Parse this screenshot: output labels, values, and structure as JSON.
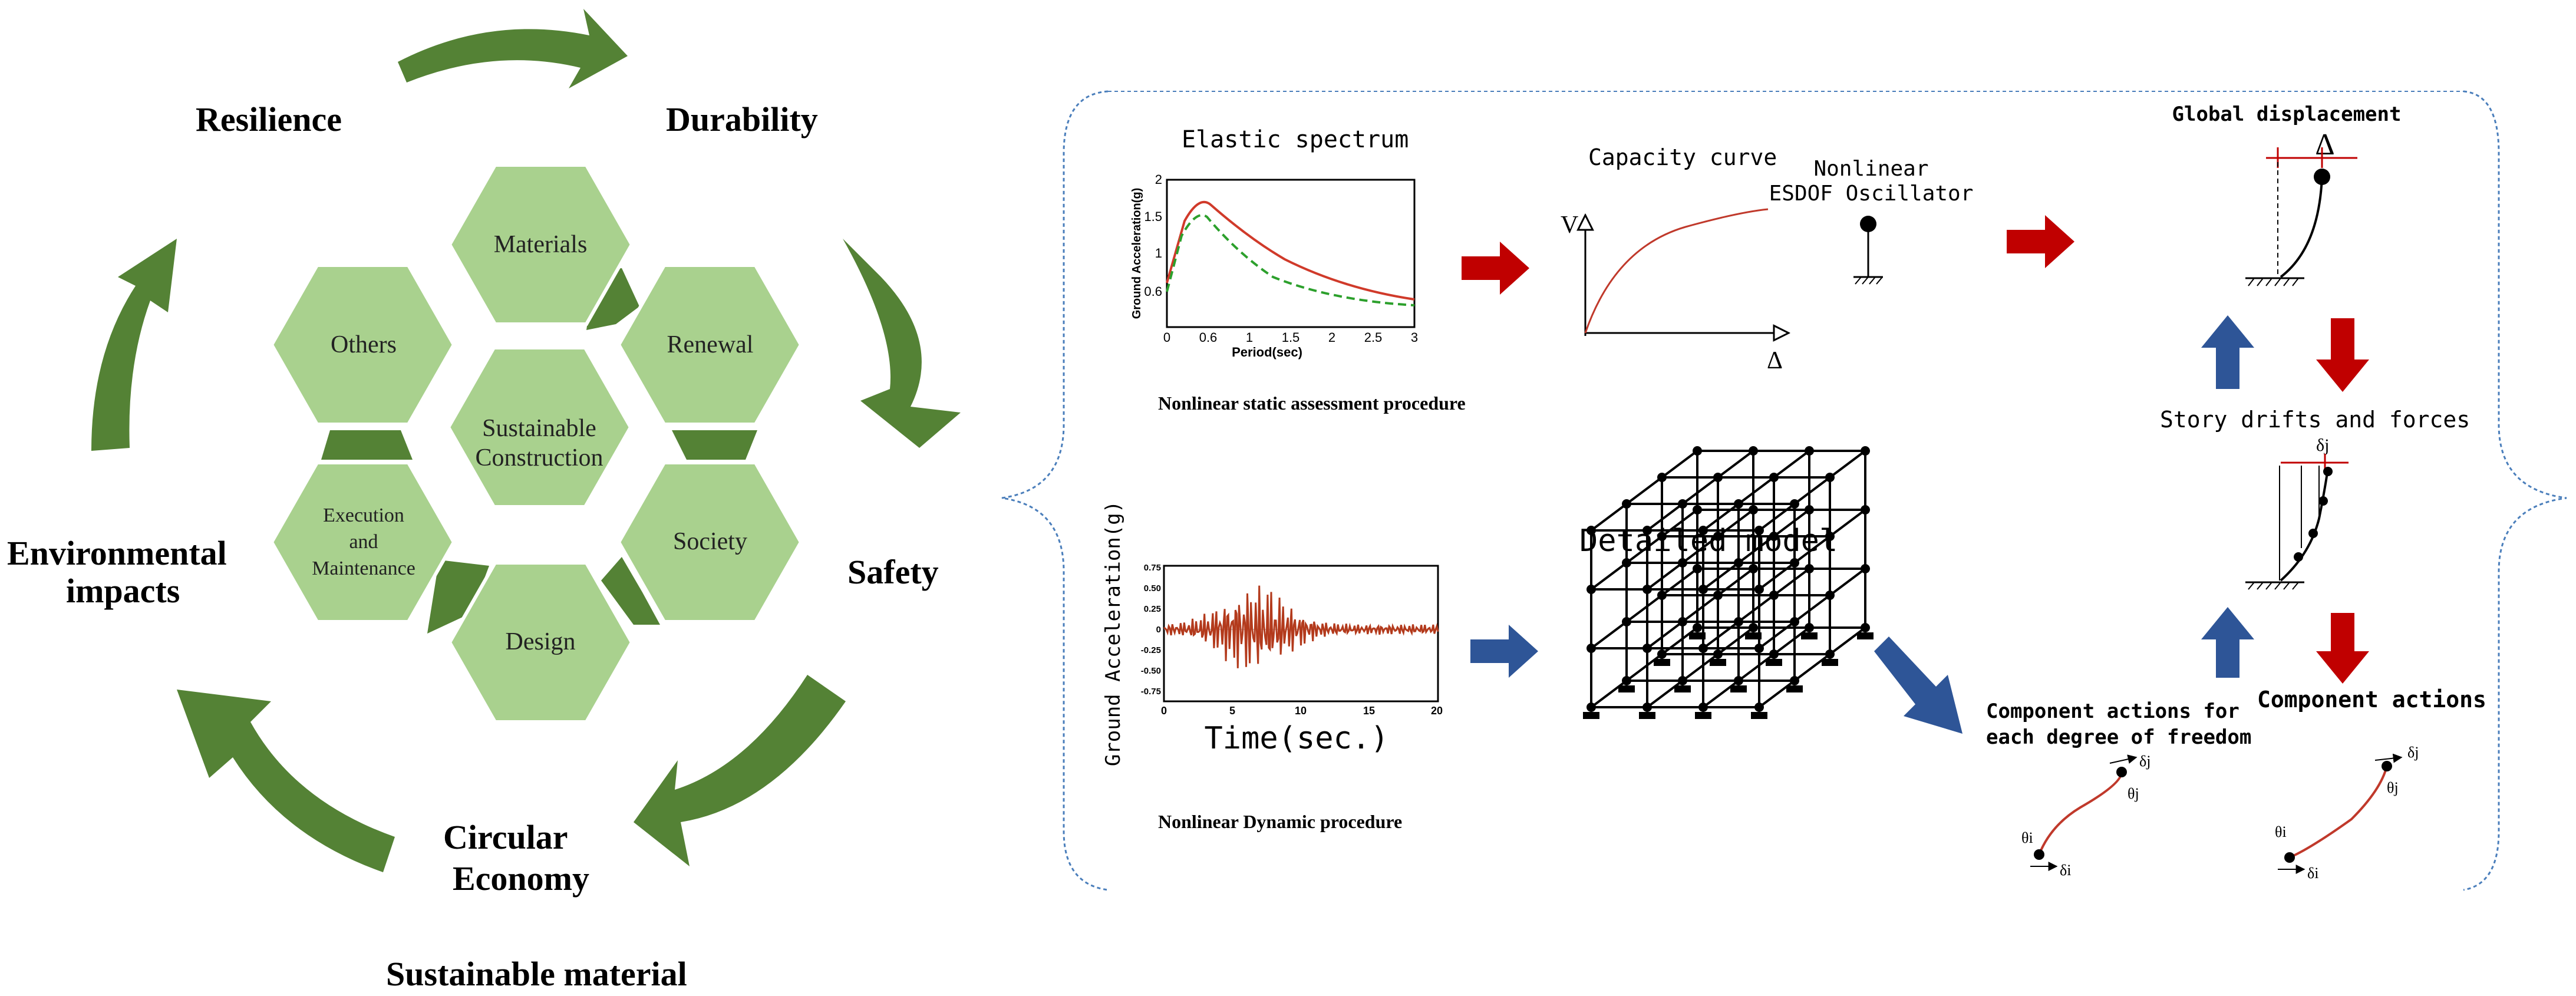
{
  "left_panel": {
    "cycle_labels": {
      "resilience": "Resilience",
      "durability": "Durability",
      "safety": "Safety",
      "circular_line1": "Circular",
      "circular_line2": "Economy",
      "env_line1": "Environmental",
      "env_line2": "impacts"
    },
    "hexagons": {
      "materials": "Materials",
      "renewal": "Renewal",
      "society": "Society",
      "design": "Design",
      "exec_line1": "Execution",
      "exec_line2": "and",
      "exec_line3": "Maintenance",
      "others": "Others",
      "center_line1": "Sustainable",
      "center_line2": "Construction"
    },
    "caption": "Sustainable material",
    "colors": {
      "hex_fill": "#a9d18e",
      "arrow": "#548235",
      "connector": "#548235"
    }
  },
  "right_panel": {
    "static": {
      "spectrum_title": "Elastic spectrum",
      "spectrum_ylabel": "Ground Acceleration(g)",
      "spectrum_xlabel": "Period(sec)",
      "spectrum_yticks": [
        "2",
        "1.5",
        "1",
        "0.6"
      ],
      "spectrum_xticks": [
        "0",
        "0.6",
        "1",
        "1.5",
        "2",
        "2.5",
        "3"
      ],
      "caption": "Nonlinear static assessment procedure",
      "capacity_title": "Capacity curve",
      "capacity_v": "V",
      "capacity_delta": "Δ",
      "oscillator_line1": "Nonlinear",
      "oscillator_line2": "ESDOF Oscillator"
    },
    "dynamic": {
      "ylabel": "Ground Acceleration(g)",
      "xlabel": "Time(sec.)",
      "yticks": [
        "0.75",
        "0.50",
        "0.25",
        "0",
        "-0.25",
        "-0.50",
        "-0.75"
      ],
      "xticks": [
        "0",
        "5",
        "10",
        "15",
        "20"
      ],
      "caption": "Nonlinear Dynamic procedure",
      "model_title": "Detailed model"
    },
    "structure": {
      "global_disp": "Global displacement",
      "delta": "Δ",
      "story": "Story drifts and forces",
      "delta_j": "δj",
      "component_actions": "Component actions",
      "comp_dof_line1": "Component actions for",
      "comp_dof_line2": "each degree of freedom",
      "theta_i": "θi",
      "theta_j": "θj",
      "delta_i_sym": "δi",
      "delta_j_sym": "δj"
    },
    "colors": {
      "red": "#c00000",
      "blue": "#2e5597",
      "spectrum_red": "#d03a2a",
      "spectrum_green": "#2ca02c",
      "accel": "#b33a1c"
    }
  }
}
